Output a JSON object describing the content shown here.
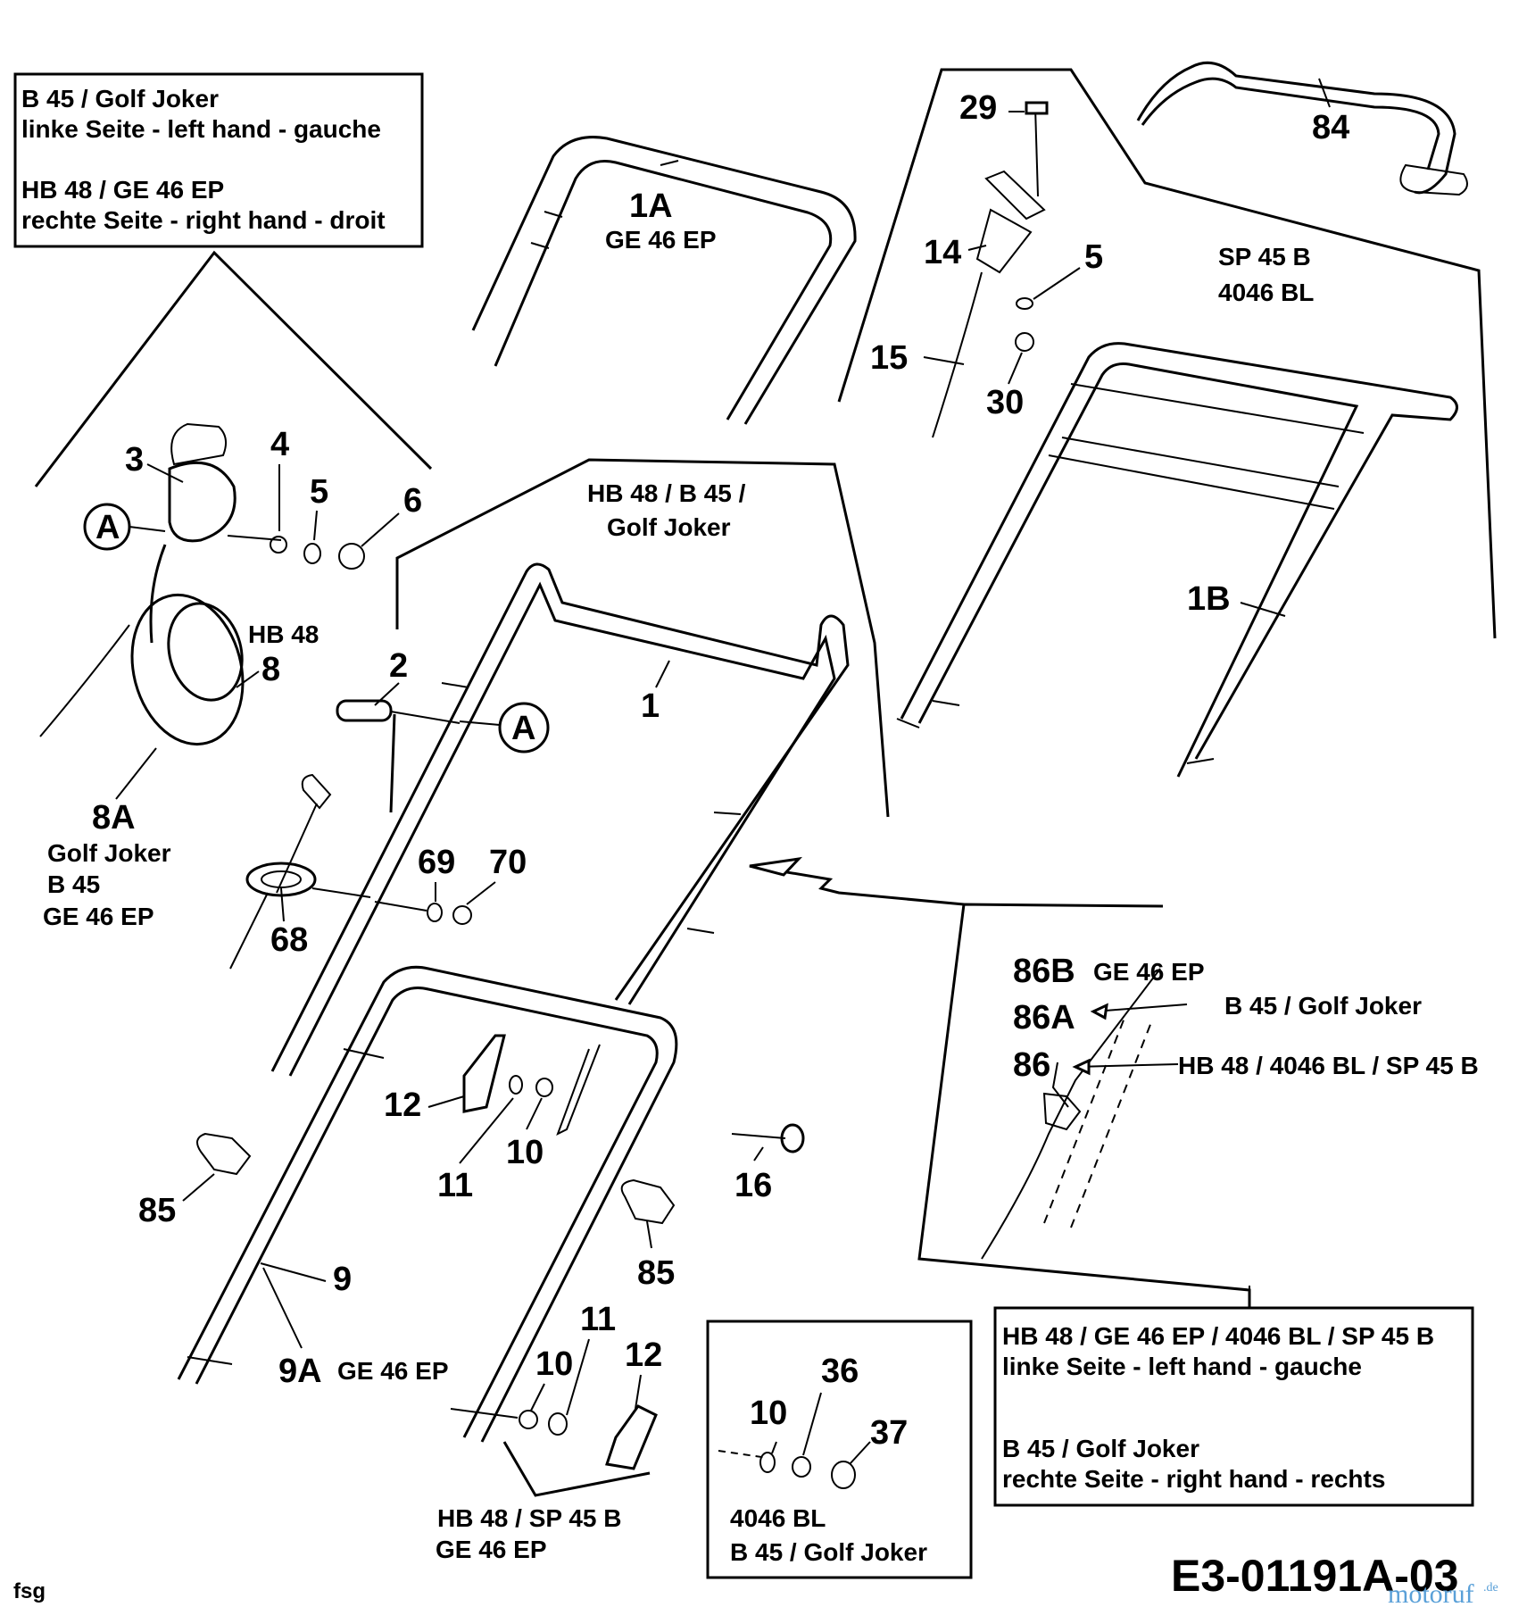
{
  "drawing_code": "E3-01191A-03",
  "footer_left": "fsg",
  "watermark": "motoruf",
  "watermark_suffix": ".de",
  "boxes": {
    "top_left": {
      "line1": "B 45 / Golf Joker",
      "line2": "linke Seite - left hand - gauche",
      "line3": "HB 48 / GE 46 EP",
      "line4": "rechte Seite - right hand - droit"
    },
    "bottom_right": {
      "line1": "HB 48 / GE 46 EP / 4046 BL / SP 45 B",
      "line2": "linke Seite - left hand - gauche",
      "line3": "B 45 / Golf Joker",
      "line4": "rechte Seite - right hand - rechts"
    },
    "bottom_center": {
      "label_10": "10",
      "label_36": "36",
      "label_37": "37",
      "line1": "4046 BL",
      "line2": "B 45 / Golf Joker"
    }
  },
  "parts": {
    "p1A": "1A",
    "p1A_model": "GE 46 EP",
    "p1": "1",
    "p1_models_l1": "HB 48 /  B 45 /",
    "p1_models_l2": "Golf Joker",
    "p1B": "1B",
    "p1B_models_l1": "SP 45 B",
    "p1B_models_l2": "4046 BL",
    "p2": "2",
    "p3": "3",
    "p4": "4",
    "p5": "5",
    "p5b": "5",
    "p6": "6",
    "p8": "8",
    "p8_model": "HB 48",
    "p8A": "8A",
    "p8A_models_l1": "Golf Joker",
    "p8A_models_l2": "B 45",
    "p8A_models_l3": "GE 46 EP",
    "p9": "9",
    "p9A": "9A",
    "p9A_model": "GE 46 EP",
    "p10": "10",
    "p10b": "10",
    "p11": "11",
    "p11b": "11",
    "p12": "12",
    "p12b": "12",
    "p14": "14",
    "p15": "15",
    "p16": "16",
    "p29": "29",
    "p30": "30",
    "p68": "68",
    "p69": "69",
    "p70": "70",
    "p84": "84",
    "p85": "85",
    "p85b": "85",
    "p86B": "86B",
    "p86B_model": "GE 46 EP",
    "p86A": "86A",
    "p86A_model": "B 45 / Golf Joker",
    "p86": "86",
    "p86_model": "HB 48 / 4046 BL / SP 45 B",
    "bottom_models_l1": "HB 48  /  SP 45 B",
    "bottom_models_l2": "GE 46 EP",
    "callout_A1": "A",
    "callout_A2": "A"
  }
}
